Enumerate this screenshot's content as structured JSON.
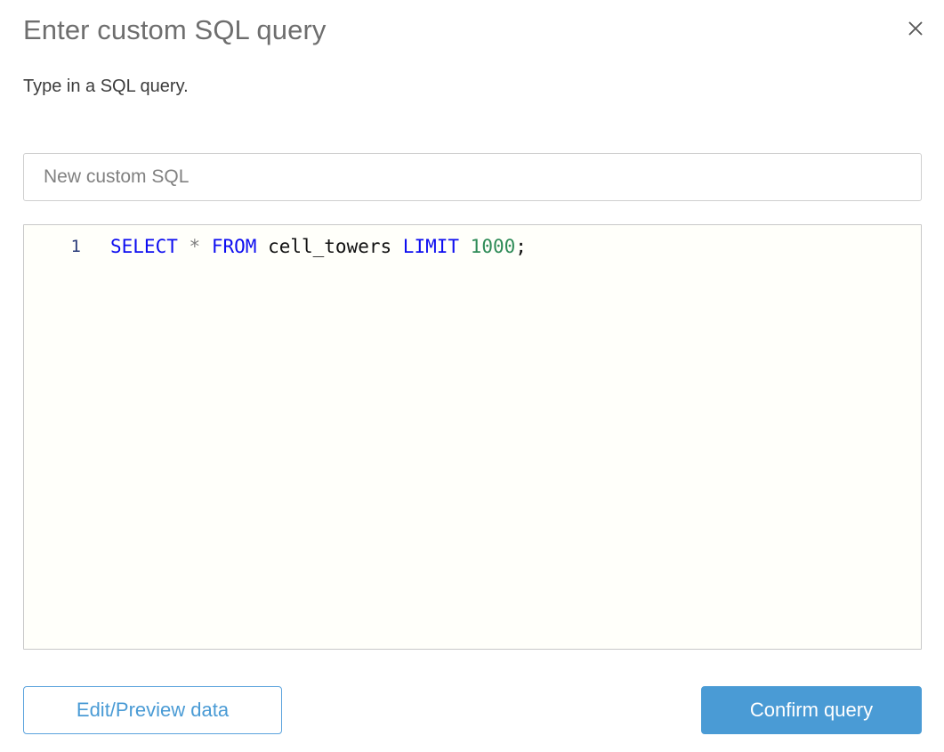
{
  "dialog": {
    "title": "Enter custom SQL query",
    "subtitle": "Type in a SQL query.",
    "close_icon": "close-icon"
  },
  "name_field": {
    "value": "New custom SQL",
    "placeholder": "New custom SQL"
  },
  "editor": {
    "line_number": "1",
    "tokens": [
      {
        "text": "SELECT",
        "type": "keyword"
      },
      {
        "text": " ",
        "type": "plain"
      },
      {
        "text": "*",
        "type": "operator"
      },
      {
        "text": " ",
        "type": "plain"
      },
      {
        "text": "FROM",
        "type": "keyword"
      },
      {
        "text": " ",
        "type": "plain"
      },
      {
        "text": "cell_towers",
        "type": "ident"
      },
      {
        "text": " ",
        "type": "plain"
      },
      {
        "text": "LIMIT",
        "type": "keyword"
      },
      {
        "text": " ",
        "type": "plain"
      },
      {
        "text": "1000",
        "type": "number"
      },
      {
        "text": ";",
        "type": "punct"
      }
    ],
    "query_text": "SELECT * FROM cell_towers LIMIT 1000;"
  },
  "footer": {
    "secondary_label": "Edit/Preview data",
    "primary_label": "Confirm query"
  },
  "colors": {
    "accent_blue": "#4a9bd5",
    "keyword_blue": "#0d0df0",
    "number_green": "#2e8b57",
    "line_number_navy": "#2b3c7a",
    "title_gray": "#6e6e6e",
    "editor_background": "#fffffa"
  }
}
